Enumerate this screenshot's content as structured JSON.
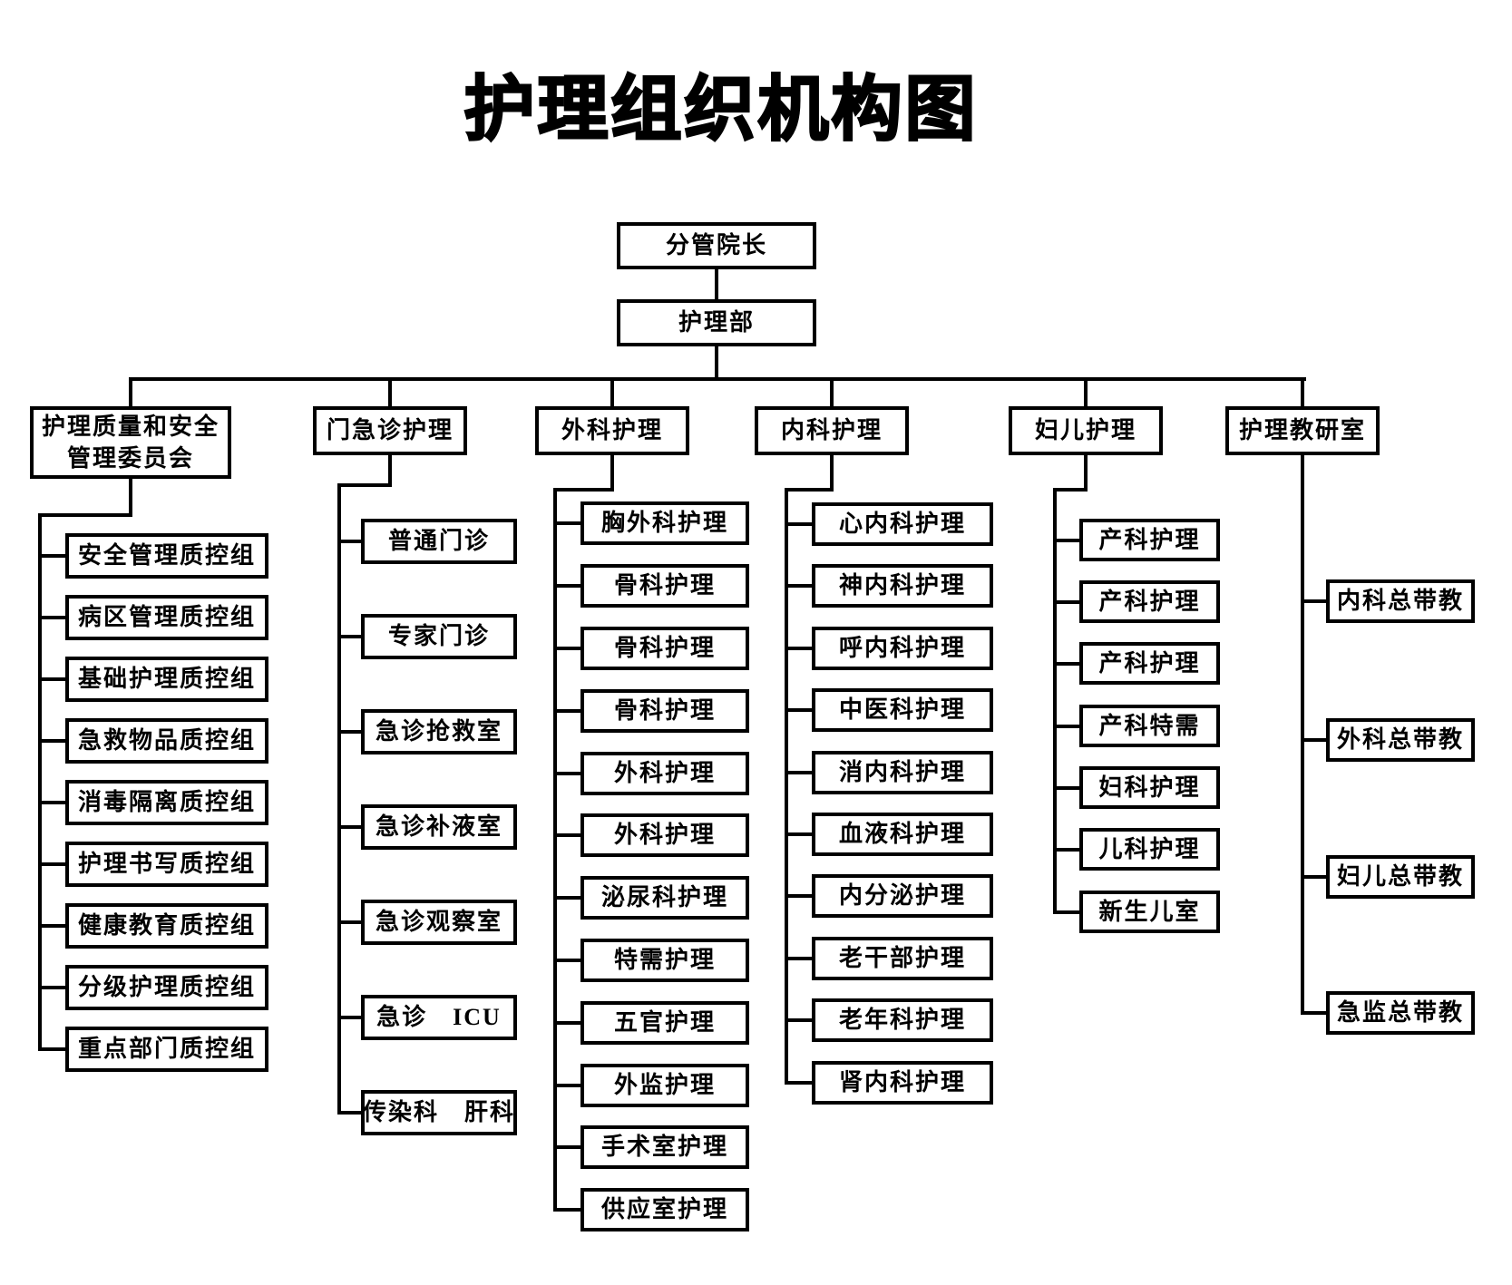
{
  "title": "护理组织机构图",
  "root": {
    "label": "分管院长"
  },
  "dept": {
    "label": "护理部"
  },
  "branches": [
    {
      "label": "护理质量和安全管理委员会",
      "label_lines": [
        "护理质量和安全",
        "管理委员会"
      ],
      "children": [
        "安全管理质控组",
        "病区管理质控组",
        "基础护理质控组",
        "急救物品质控组",
        "消毒隔离质控组",
        "护理书写质控组",
        "健康教育质控组",
        "分级护理质控组",
        "重点部门质控组"
      ]
    },
    {
      "label": "门急诊护理",
      "children": [
        "普通门诊",
        "专家门诊",
        "急诊抢救室",
        "急诊补液室",
        "急诊观察室",
        "急诊　ICU",
        "传染科　肝科"
      ]
    },
    {
      "label": "外科护理",
      "children": [
        "胸外科护理",
        "骨科护理",
        "骨科护理",
        "骨科护理",
        "外科护理",
        "外科护理",
        "泌尿科护理",
        "特需护理",
        "五官护理",
        "外监护理",
        "手术室护理",
        "供应室护理"
      ]
    },
    {
      "label": "内科护理",
      "children": [
        "心内科护理",
        "神内科护理",
        "呼内科护理",
        "中医科护理",
        "消内科护理",
        "血液科护理",
        "内分泌护理",
        "老干部护理",
        "老年科护理",
        "肾内科护理"
      ]
    },
    {
      "label": "妇儿护理",
      "children": [
        "产科护理",
        "产科护理",
        "产科护理",
        "产科特需",
        "妇科护理",
        "儿科护理",
        "新生儿室"
      ]
    },
    {
      "label": "护理教研室",
      "children": [
        "内科总带教",
        "外科总带教",
        "妇儿总带教",
        "急监总带教"
      ]
    }
  ],
  "colors": {
    "background": "#ffffff",
    "line": "#000000",
    "box_border": "#000000",
    "text": "#000000"
  }
}
